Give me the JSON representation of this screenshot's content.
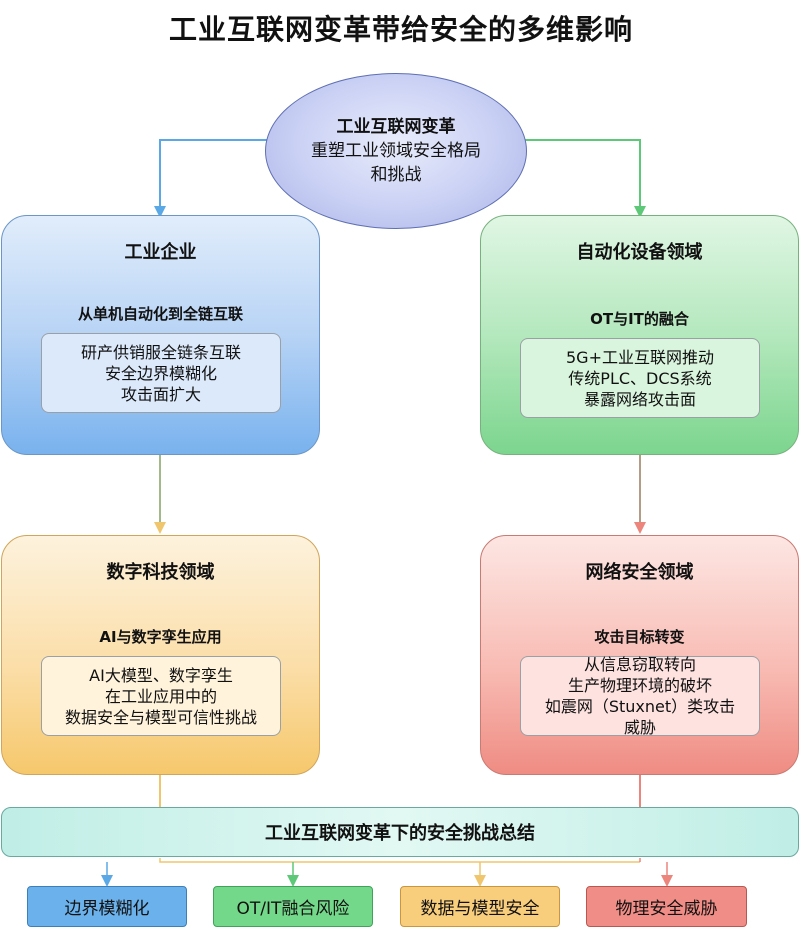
{
  "title": "工业互联网变革带给安全的多维影响",
  "center": {
    "heading": "工业互联网变革",
    "lines": [
      "重塑工业领域安全格局",
      "和挑战"
    ]
  },
  "panels": {
    "industrial": {
      "title": "工业企业",
      "subtitle": "从单机自动化到全链互联",
      "lines": [
        "研产供销服全链条互联",
        "安全边界模糊化",
        "攻击面扩大"
      ]
    },
    "automation": {
      "title": "自动化设备领域",
      "subtitle": "OT与IT的融合",
      "lines": [
        "5G+工业互联网推动",
        "传统PLC、DCS系统",
        "暴露网络攻击面"
      ]
    },
    "digital": {
      "title": "数字科技领域",
      "subtitle": "AI与数字孪生应用",
      "lines": [
        "AI大模型、数字孪生",
        "在工业应用中的",
        "数据安全与模型可信性挑战"
      ]
    },
    "network": {
      "title": "网络安全领域",
      "subtitle": "攻击目标转变",
      "lines": [
        "从信息窃取转向",
        "生产物理环境的破坏",
        "如震网（Stuxnet）类攻击",
        "威胁"
      ]
    }
  },
  "summary": "工业互联网变革下的安全挑战总结",
  "tags": [
    "边界模糊化",
    "OT/IT融合风险",
    "数据与模型安全",
    "物理安全威胁"
  ],
  "colors": {
    "blue_arrow": "#5aa8e6",
    "green_arrow": "#5dc978",
    "orange_arrow": "#efc56e",
    "red_arrow": "#ec857c"
  }
}
